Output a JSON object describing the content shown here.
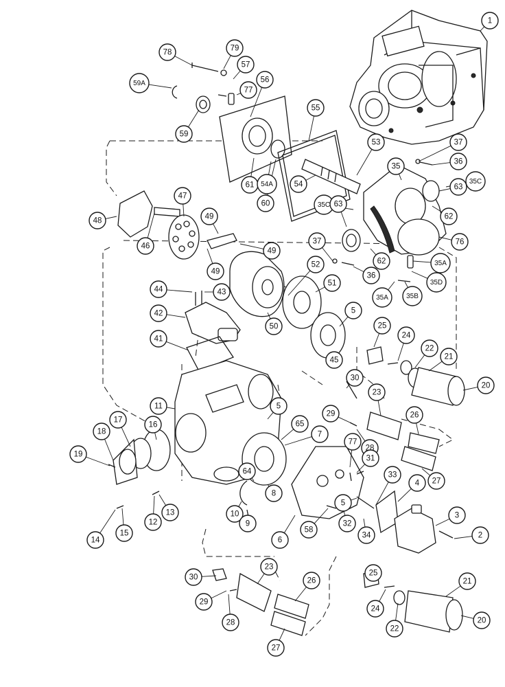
{
  "callouts": [
    {
      "id": "c1",
      "label": "1"
    },
    {
      "id": "c78",
      "label": "78"
    },
    {
      "id": "c79",
      "label": "79"
    },
    {
      "id": "c57",
      "label": "57"
    },
    {
      "id": "c56",
      "label": "56"
    },
    {
      "id": "c59A",
      "label": "59A"
    },
    {
      "id": "c77a",
      "label": "77"
    },
    {
      "id": "c59",
      "label": "59"
    },
    {
      "id": "c55",
      "label": "55"
    },
    {
      "id": "c53",
      "label": "53"
    },
    {
      "id": "c37a",
      "label": "37"
    },
    {
      "id": "c36a",
      "label": "36"
    },
    {
      "id": "c35",
      "label": "35"
    },
    {
      "id": "c63a",
      "label": "63"
    },
    {
      "id": "c35Ca",
      "label": "35C"
    },
    {
      "id": "c61",
      "label": "61"
    },
    {
      "id": "c54A",
      "label": "54A"
    },
    {
      "id": "c54",
      "label": "54"
    },
    {
      "id": "c60",
      "label": "60"
    },
    {
      "id": "c35Cb",
      "label": "35C"
    },
    {
      "id": "c63b",
      "label": "63"
    },
    {
      "id": "c62a",
      "label": "62"
    },
    {
      "id": "c76",
      "label": "76"
    },
    {
      "id": "c48",
      "label": "48"
    },
    {
      "id": "c47",
      "label": "47"
    },
    {
      "id": "c49a",
      "label": "49"
    },
    {
      "id": "c49b",
      "label": "49"
    },
    {
      "id": "c49c",
      "label": "49"
    },
    {
      "id": "c46",
      "label": "46"
    },
    {
      "id": "c37b",
      "label": "37"
    },
    {
      "id": "c62b",
      "label": "62"
    },
    {
      "id": "c36b",
      "label": "36"
    },
    {
      "id": "c35A1",
      "label": "35A"
    },
    {
      "id": "c35D",
      "label": "35D"
    },
    {
      "id": "c35A2",
      "label": "35A"
    },
    {
      "id": "c35B",
      "label": "35B"
    },
    {
      "id": "c44",
      "label": "44"
    },
    {
      "id": "c43",
      "label": "43"
    },
    {
      "id": "c52",
      "label": "52"
    },
    {
      "id": "c51",
      "label": "51"
    },
    {
      "id": "c42",
      "label": "42"
    },
    {
      "id": "c50",
      "label": "50"
    },
    {
      "id": "c5a",
      "label": "5"
    },
    {
      "id": "c25a",
      "label": "25"
    },
    {
      "id": "c24a",
      "label": "24"
    },
    {
      "id": "c22a",
      "label": "22"
    },
    {
      "id": "c41",
      "label": "41"
    },
    {
      "id": "c45",
      "label": "45"
    },
    {
      "id": "c21a",
      "label": "21"
    },
    {
      "id": "c20a",
      "label": "20"
    },
    {
      "id": "c30a",
      "label": "30"
    },
    {
      "id": "c23a",
      "label": "23"
    },
    {
      "id": "c11",
      "label": "11"
    },
    {
      "id": "c5b",
      "label": "5"
    },
    {
      "id": "c29a",
      "label": "29"
    },
    {
      "id": "c26a",
      "label": "26"
    },
    {
      "id": "c16",
      "label": "16"
    },
    {
      "id": "c17",
      "label": "17"
    },
    {
      "id": "c18",
      "label": "18"
    },
    {
      "id": "c65",
      "label": "65"
    },
    {
      "id": "c7",
      "label": "7"
    },
    {
      "id": "c28a",
      "label": "28"
    },
    {
      "id": "c77b",
      "label": "77"
    },
    {
      "id": "c19",
      "label": "19"
    },
    {
      "id": "c31",
      "label": "31"
    },
    {
      "id": "c64",
      "label": "64"
    },
    {
      "id": "c33",
      "label": "33"
    },
    {
      "id": "c27a",
      "label": "27"
    },
    {
      "id": "c8",
      "label": "8"
    },
    {
      "id": "c4",
      "label": "4"
    },
    {
      "id": "c5c",
      "label": "5"
    },
    {
      "id": "c10",
      "label": "10"
    },
    {
      "id": "c3",
      "label": "3"
    },
    {
      "id": "c12",
      "label": "12"
    },
    {
      "id": "c13",
      "label": "13"
    },
    {
      "id": "c9",
      "label": "9"
    },
    {
      "id": "c32",
      "label": "32"
    },
    {
      "id": "c58",
      "label": "58"
    },
    {
      "id": "c14",
      "label": "14"
    },
    {
      "id": "c15",
      "label": "15"
    },
    {
      "id": "c34",
      "label": "34"
    },
    {
      "id": "c6",
      "label": "6"
    },
    {
      "id": "c2",
      "label": "2"
    },
    {
      "id": "c30b",
      "label": "30"
    },
    {
      "id": "c23b",
      "label": "23"
    },
    {
      "id": "c25b",
      "label": "25"
    },
    {
      "id": "c21b",
      "label": "21"
    },
    {
      "id": "c26b",
      "label": "26"
    },
    {
      "id": "c29b",
      "label": "29"
    },
    {
      "id": "c24b",
      "label": "24"
    },
    {
      "id": "c20b",
      "label": "20"
    },
    {
      "id": "c28b",
      "label": "28"
    },
    {
      "id": "c22b",
      "label": "22"
    },
    {
      "id": "c27b",
      "label": "27"
    }
  ]
}
